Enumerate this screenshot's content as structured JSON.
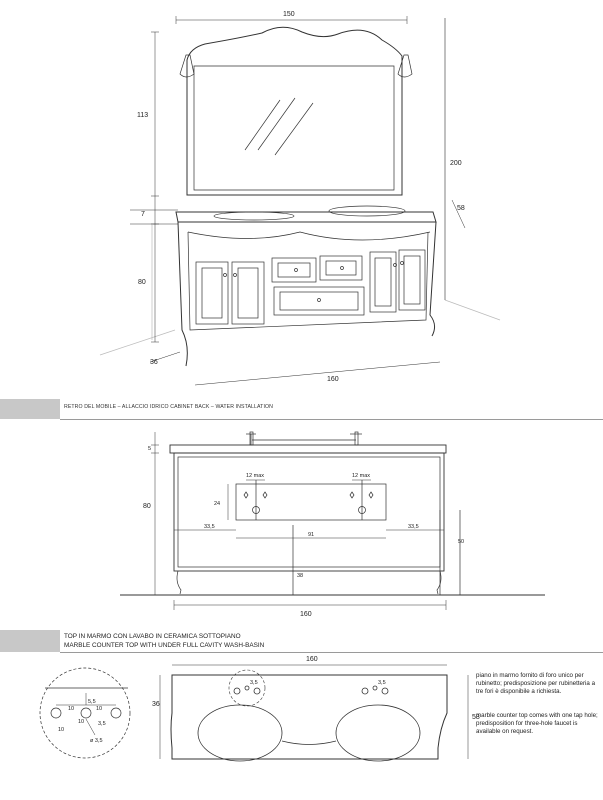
{
  "top_view": {
    "dimensions": {
      "width": "150",
      "mirror_height": "113",
      "top_thickness": "7",
      "cabinet_height": "80",
      "total_height": "200",
      "depth_top": "58",
      "depth_side": "36",
      "base_width": "160"
    }
  },
  "back_section": {
    "label": "RETRO DEL MOBILE – ALLACCIO IDRICO CABINET BACK – WATER INSTALLATION",
    "dimensions": {
      "top_offset": "5",
      "height": "80",
      "tap_left": "12 max",
      "tap_right": "12 max",
      "fitting_height": "24",
      "left_offset": "33,5",
      "right_offset": "33,5",
      "center_distance": "91",
      "drain_height": "38",
      "supply_height": "50",
      "width": "160"
    }
  },
  "top_section": {
    "title_it": "TOP IN MARMO CON LAVABO IN CERAMICA SOTTOPIANO",
    "title_en": "MARBLE COUNTER TOP WITH UNDER FULL CAVITY WASH-BASIN",
    "dimensions": {
      "width": "160",
      "depth": "36",
      "side": "58",
      "hole_spacing": "3,5",
      "detail_a": "10",
      "detail_b": "5,5",
      "detail_c": "10",
      "detail_d": "10",
      "detail_e": "10",
      "detail_f": "3,5",
      "detail_diameter": "ø 3,5"
    },
    "note_it": "piano in marmo fornito di foro unico per rubinetto; predisposizione per rubinetteria a tre fori è disponibile a richiesta.",
    "note_en": "marble counter top comes with one tap hole; predisposition for three-hole faucet is available on request."
  }
}
